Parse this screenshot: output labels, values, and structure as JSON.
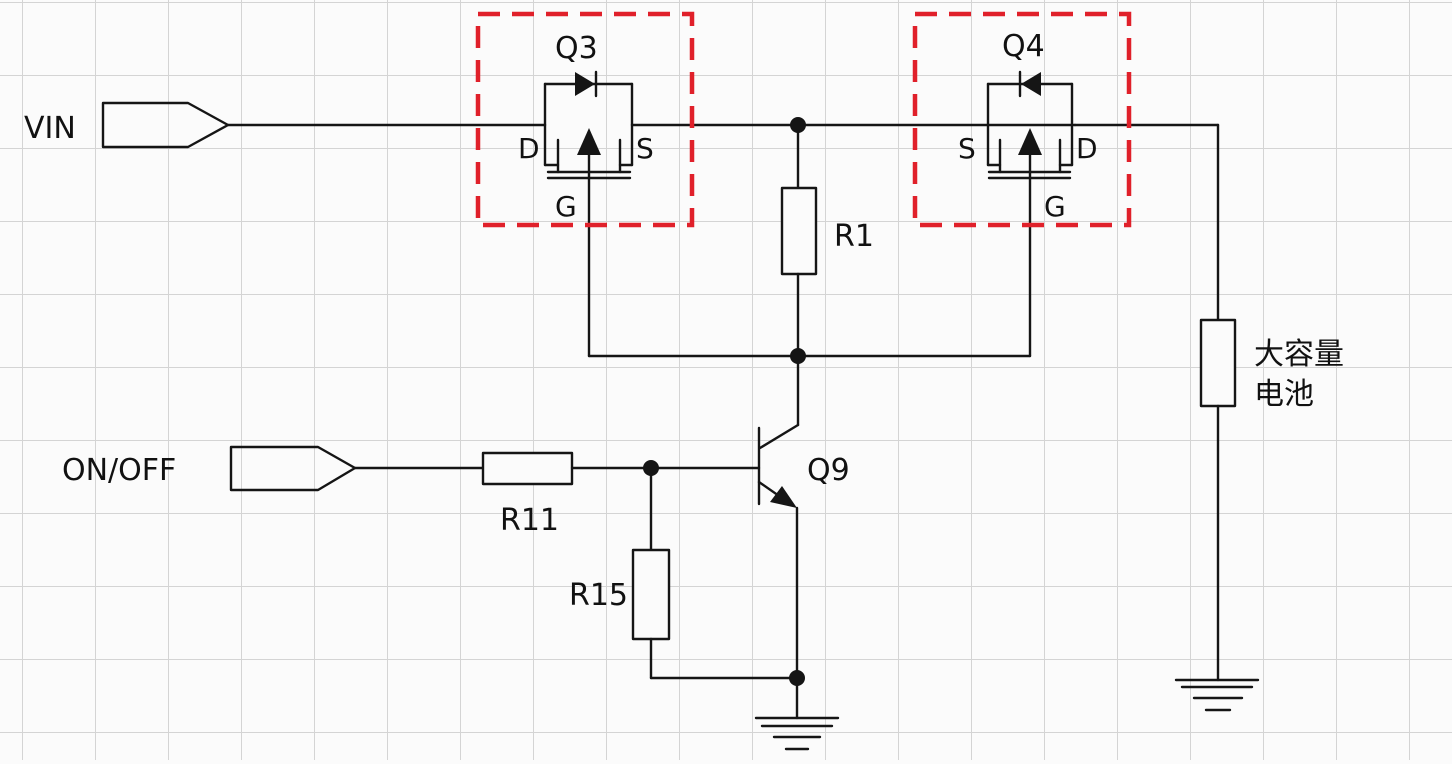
{
  "ports": {
    "vin": "VIN",
    "on_off": "ON/OFF"
  },
  "q3": {
    "name": "Q3",
    "d": "D",
    "s": "S",
    "g": "G"
  },
  "q4": {
    "name": "Q4",
    "s": "S",
    "d": "D",
    "g": "G"
  },
  "resistors": {
    "r1": "R1",
    "r11": "R11",
    "r15": "R15"
  },
  "transistor": {
    "q9": "Q9"
  },
  "battery": {
    "line1": "大容量",
    "line2": "电池"
  },
  "colors": {
    "highlight": "#e0202a",
    "wire": "#151515",
    "grid": "#d4d4d4"
  }
}
